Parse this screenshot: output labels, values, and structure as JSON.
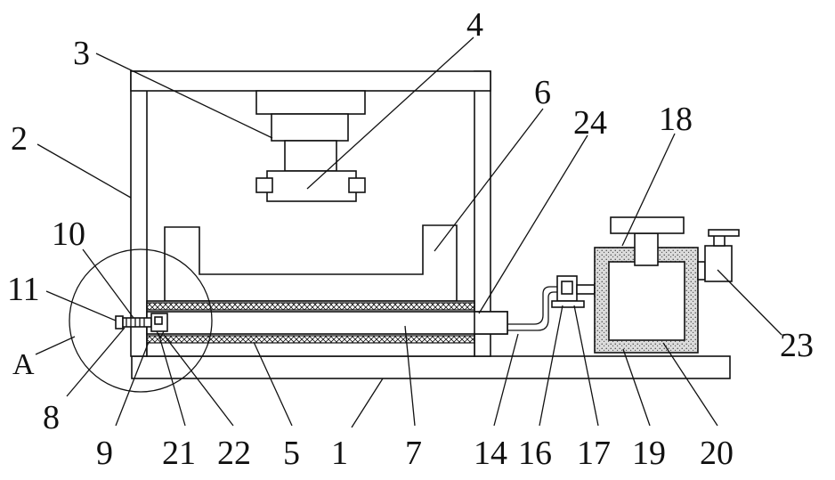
{
  "diagram": {
    "labels": {
      "l1": "1",
      "l2": "2",
      "l3": "3",
      "l4": "4",
      "l5": "5",
      "l6": "6",
      "l7": "7",
      "l8": "8",
      "l9": "9",
      "l10": "10",
      "l11": "11",
      "l14": "14",
      "l16": "16",
      "l17": "17",
      "l18": "18",
      "l19": "19",
      "l20": "20",
      "l21": "21",
      "l22": "22",
      "l23": "23",
      "l24": "24",
      "lA": "A"
    },
    "colors": {
      "line": "#111111",
      "background": "#ffffff",
      "insulation": "#d8d8d8"
    }
  }
}
